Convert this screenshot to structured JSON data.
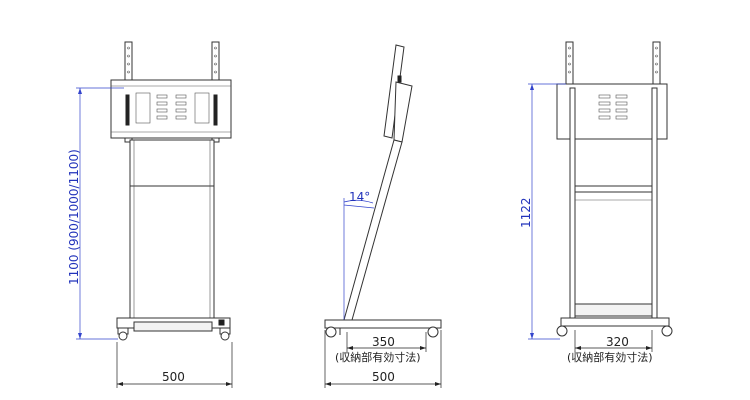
{
  "front_view": {
    "height_dim": "1100 (900/1000/1100)",
    "width_dim": "500"
  },
  "side_view": {
    "angle_dim": "14°",
    "effective_dim": "350",
    "effective_note": "(収納部有効寸法)",
    "width_dim": "500"
  },
  "back_view": {
    "height_dim": "1122",
    "effective_dim": "320",
    "effective_note": "(収納部有効寸法)"
  },
  "colors": {
    "dimension_blue": "#2233bb",
    "line": "#333333"
  }
}
